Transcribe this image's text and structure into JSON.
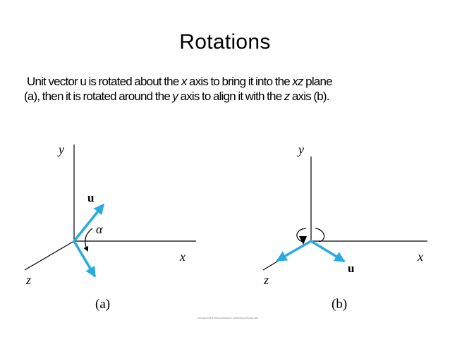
{
  "slide": {
    "title": "Rotations",
    "body": {
      "l1_a": "Unit vector u is rotated about the ",
      "l1_x": "x",
      "l1_b": " axis to bring it into the ",
      "l1_xz": "xz",
      "l1_c": " plane",
      "l2_a": "(a), then it is rotated around the ",
      "l2_y": "y",
      "l2_b": " axis to align it with the ",
      "l2_z": "z",
      "l2_c": " axis (b)."
    }
  },
  "figure_a": {
    "y_label": "y",
    "x_label": "x",
    "z_label": "z",
    "vector_label": "u",
    "angle_label": "α",
    "caption": "(a)"
  },
  "figure_b": {
    "y_label": "y",
    "x_label": "x",
    "z_label": "z",
    "vector_label": "u",
    "caption": "(b)"
  },
  "copyright": "Copyright ©2011 Pearson Education, publishing as Prentice Hall",
  "colors": {
    "vector": "#29abe2",
    "axis": "#000000"
  }
}
